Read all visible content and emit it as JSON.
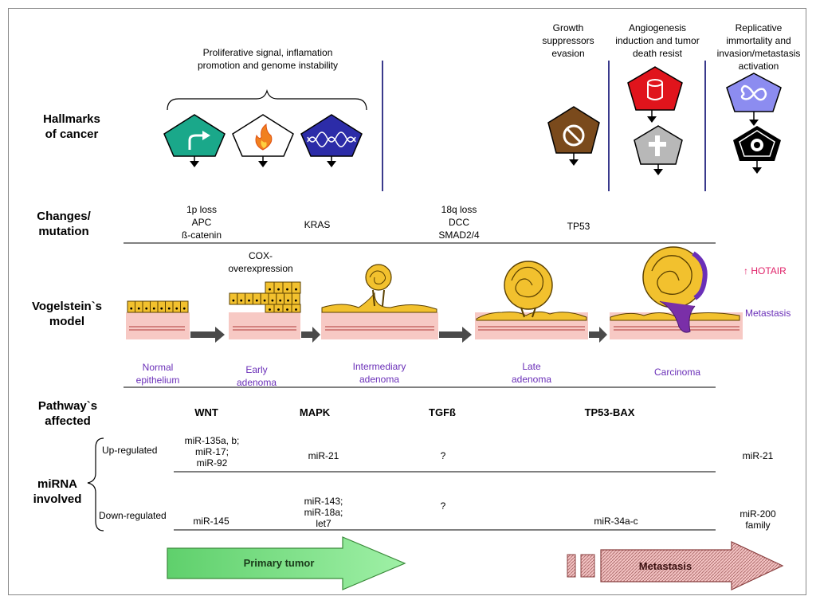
{
  "hallmarks": {
    "row_label": "Hallmarks\nof cancer",
    "group1_label": "Proliferative signal, inflamation\npromotion and genome instability",
    "growth_label": "Growth\nsuppressors\nevasion",
    "angio_label": "Angiogenesis\ninduction and tumor\ndeath resist",
    "replicative_label": "Replicative\nimmortality and\ninvasion/metastasis\nactivation",
    "icons": [
      "proliferative-signal-icon",
      "inflammation-flame-icon",
      "genome-instability-icon",
      "growth-suppressor-evasion-icon",
      "angiogenesis-icon",
      "death-resist-icon",
      "replicative-immortality-icon",
      "invasion-metastasis-icon"
    ]
  },
  "changes": {
    "row_label": "Changes/\nmutation",
    "col1": "1p loss\nAPC\nß-catenin",
    "col2": "KRAS",
    "col3": "18q loss\nDCC\nSMAD2/4",
    "col4": "TP53",
    "cox": "COX-\noverexpression"
  },
  "model": {
    "row_label": "Vogelstein`s\nmodel",
    "hotair": "↑ HOTAIR",
    "metastasis_label": "Metastasis",
    "stages": [
      "Normal\nepithelium",
      "Early\nadenoma",
      "Intermediary\nadenoma",
      "Late\nadenoma",
      "Carcinoma"
    ]
  },
  "pathways": {
    "row_label": "Pathway`s\naffected",
    "items": [
      "WNT",
      "MAPK",
      "TGFß",
      "TP53-BAX"
    ]
  },
  "mirna": {
    "row_label": "miRNA\ninvolved",
    "up_label": "Up-regulated",
    "down_label": "Down-regulated",
    "up": {
      "wnt": "miR-135a, b;\nmiR-17;\nmiR-92",
      "mapk": "miR-21",
      "tgf": "?",
      "meta": "miR-21"
    },
    "down": {
      "wnt": "miR-145",
      "mapk": "miR-143;\nmiR-18a;\nlet7",
      "tgf": "?",
      "tp53": "miR-34a-c",
      "meta": "miR-200\nfamily"
    }
  },
  "arrows": {
    "primary": "Primary tumor",
    "metastasis": "Metastasis"
  },
  "colors": {
    "teal": "#1aa88a",
    "blue": "#2c2ca8",
    "brown": "#7a4a1c",
    "red": "#e0141c",
    "gray": "#b8b8b8",
    "lavender": "#8c8cf0",
    "tissue_pink": "#f7c9c4",
    "cell_yellow": "#f2c12e",
    "purple": "#6a2fb8",
    "green_arrow": "#6fe07a",
    "pink_arrow": "#d88a8a"
  }
}
